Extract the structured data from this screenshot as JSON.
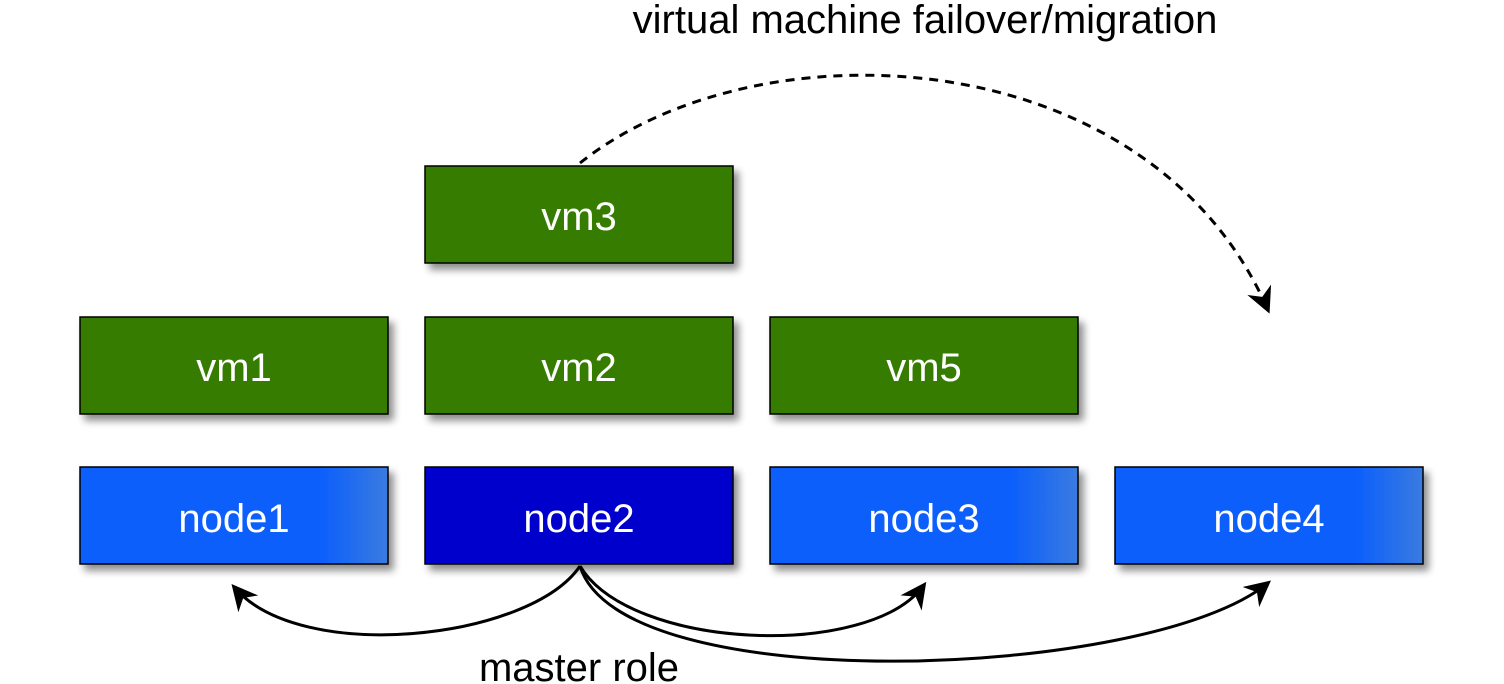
{
  "caption_top": "virtual machine failover/migration",
  "caption_bottom": "master role",
  "vms": {
    "vm1": "vm1",
    "vm2": "vm2",
    "vm3": "vm3",
    "vm5": "vm5"
  },
  "nodes": {
    "node1": "node1",
    "node2": "node2",
    "node3": "node3",
    "node4": "node4"
  },
  "colors": {
    "vm": "#347c00",
    "node": "#0c5ffc",
    "master_node": "#0000cc"
  }
}
